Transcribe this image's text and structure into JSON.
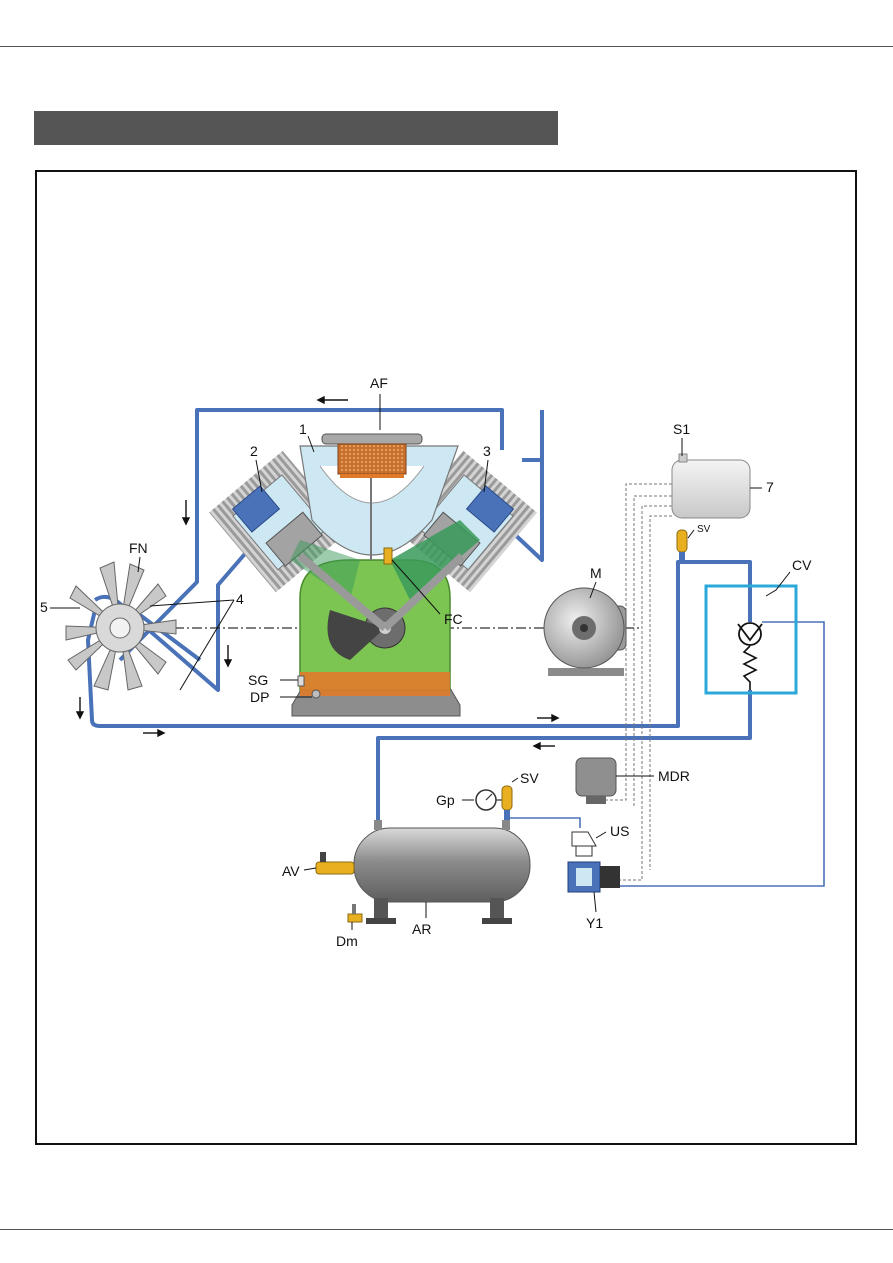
{
  "labels": {
    "af": "AF",
    "one": "1",
    "two": "2",
    "three": "3",
    "four": "4",
    "five": "5",
    "fn": "FN",
    "s1": "S1",
    "seven": "7",
    "sv_top": "SV",
    "cv": "CV",
    "m": "M",
    "fc": "FC",
    "sg": "SG",
    "dp": "DP",
    "mdr": "MDR",
    "gp": "Gp",
    "sv_tank": "SV",
    "us": "US",
    "av": "AV",
    "dm": "Dm",
    "ar": "AR",
    "y1": "Y1"
  },
  "colors": {
    "pipe": "#4a72b8",
    "check_box": "#2aa9d8",
    "banner": "#555555",
    "crankcase_green": "#7cc552",
    "oil": "#e07a2a",
    "head": "#cde8f2",
    "metal": "#9a9a9a"
  }
}
